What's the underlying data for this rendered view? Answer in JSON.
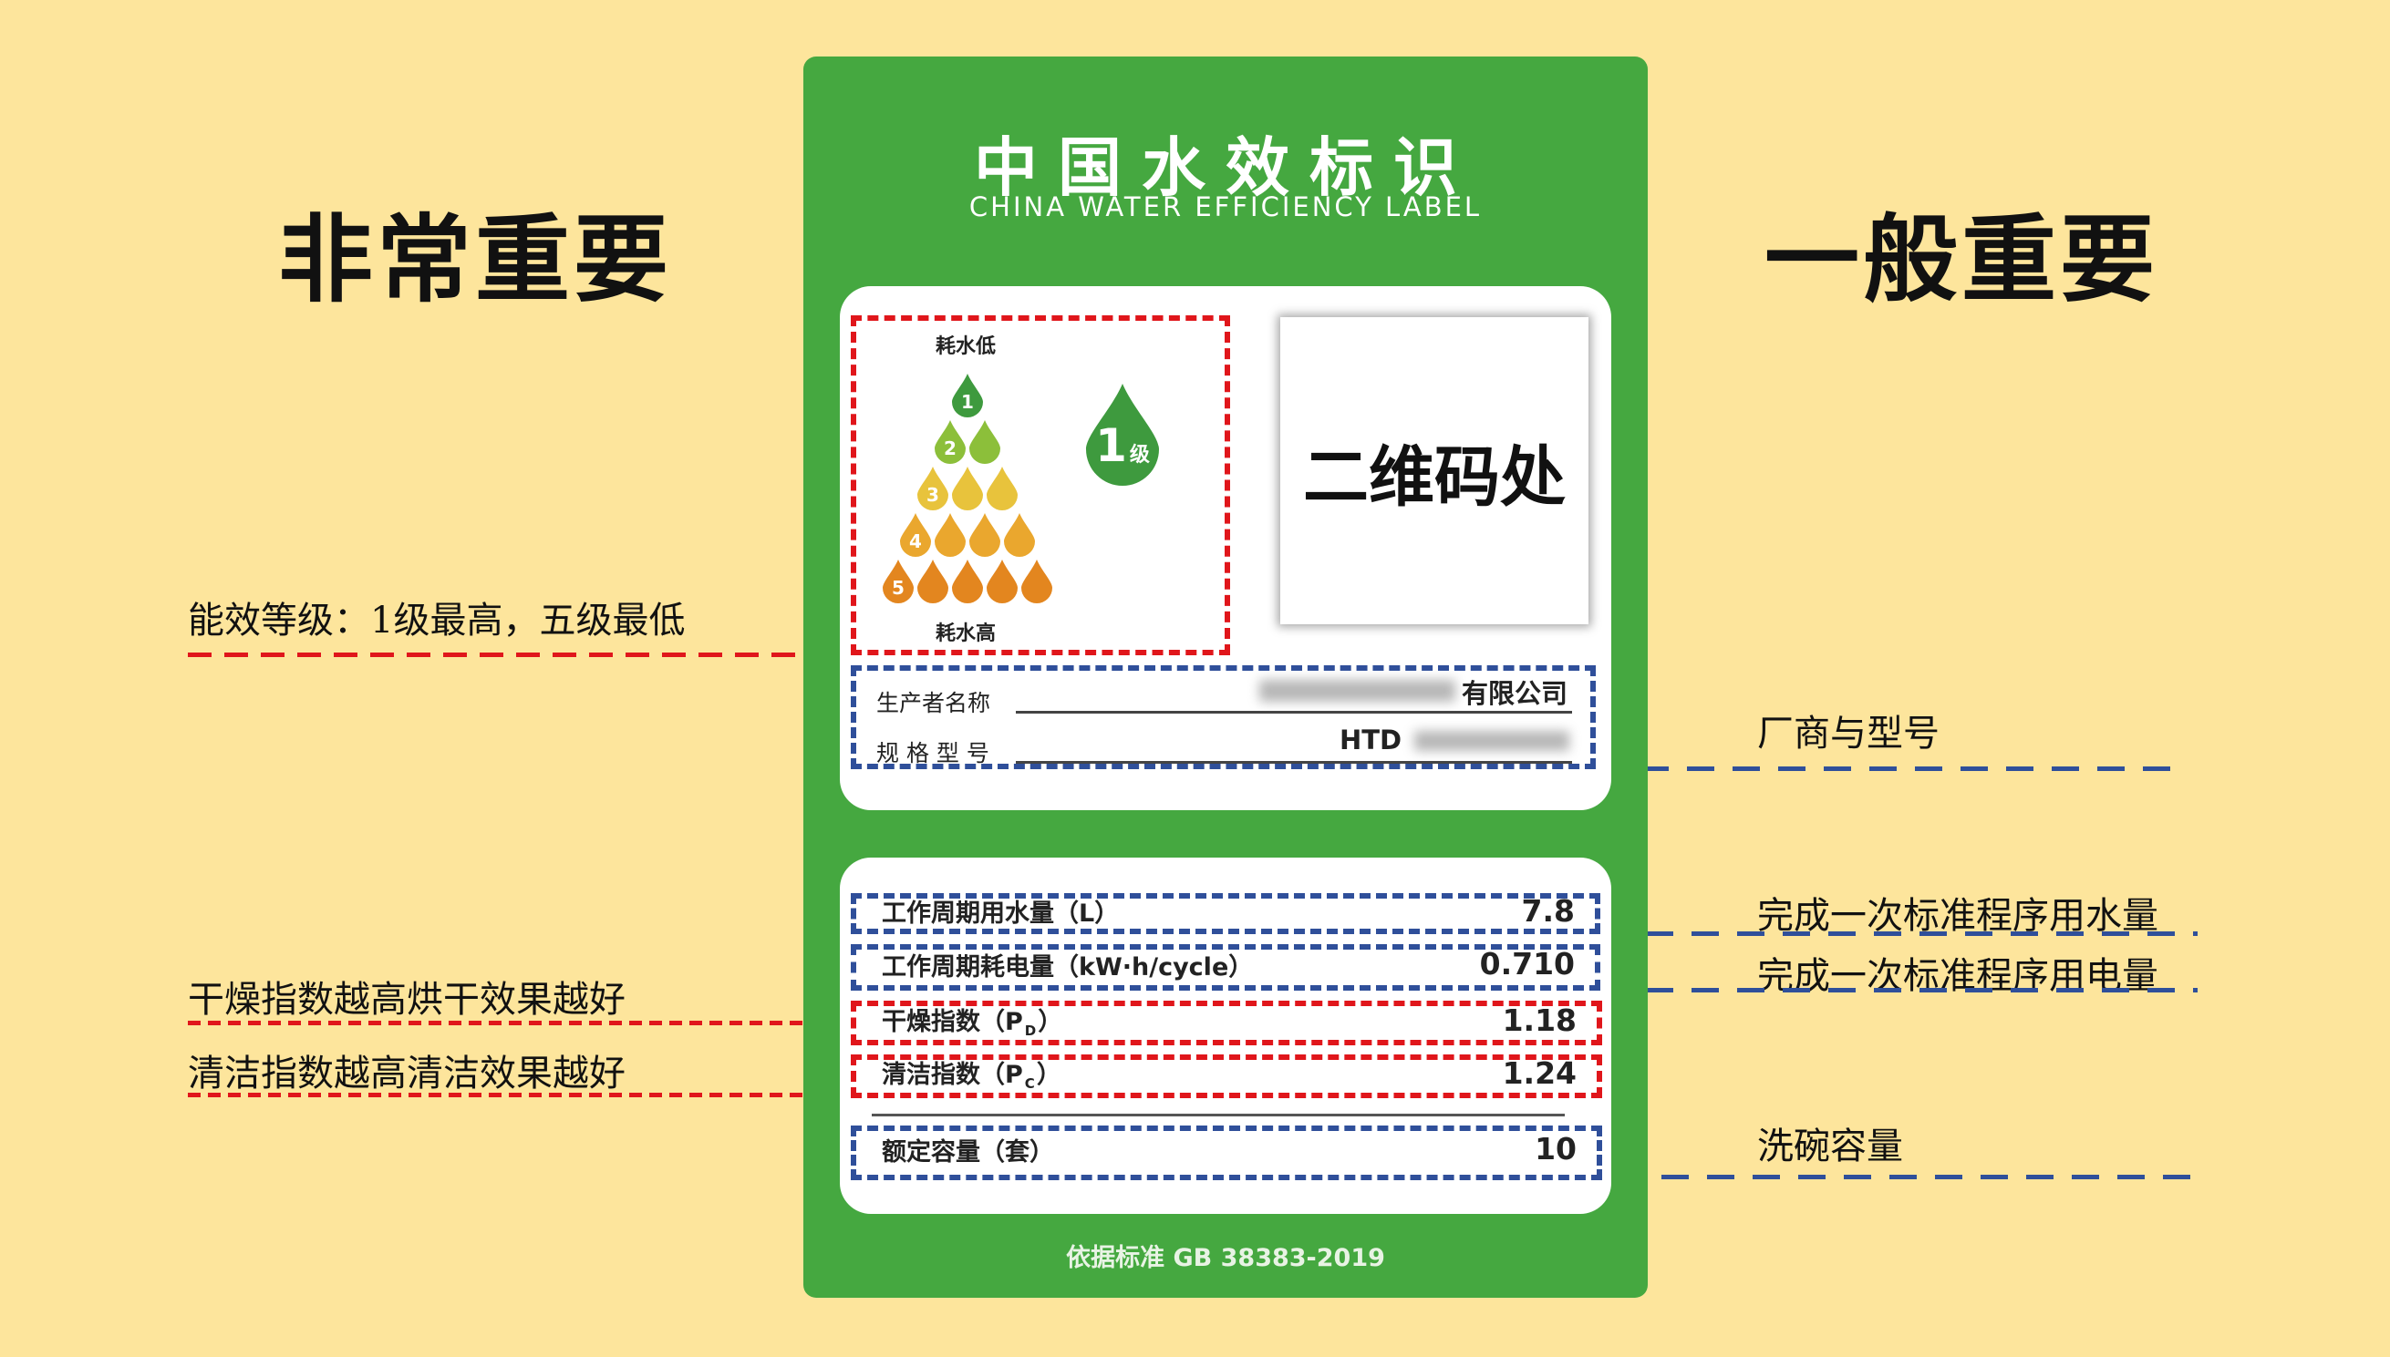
{
  "left_heading": "非常重要",
  "right_heading": "一般重要",
  "annotations_left": {
    "grade": "能效等级：1级最高，五级最低",
    "drying": "干燥指数越高烘干效果越好",
    "cleaning": "清洁指数越高清洁效果越好"
  },
  "annotations_right": {
    "maker": "厂商与型号",
    "water": "完成一次标准程序用水量",
    "power": "完成一次标准程序用电量",
    "capacity": "洗碗容量"
  },
  "label": {
    "title_cn": "中国水效标识",
    "title_en": "CHINA WATER EFFICIENCY LABEL",
    "scale_top": "耗水低",
    "scale_bottom": "耗水高",
    "grade_number": "1",
    "grade_unit": "级",
    "grade_levels": [
      "1",
      "2",
      "3",
      "4",
      "5"
    ],
    "grade_colors": [
      "#3e9a3e",
      "#8cbf3a",
      "#e8c33c",
      "#eaa72e",
      "#e3861f"
    ],
    "qr_placeholder": "二维码处",
    "maker_label": "生产者名称",
    "maker_value": "有限公司",
    "model_label": "规 格 型 号",
    "model_value": "HTD",
    "rows": [
      {
        "label": "工作周期用水量（L）",
        "value": "7.8"
      },
      {
        "label": "工作周期耗电量（kW·h/cycle）",
        "value": "0.710"
      },
      {
        "label": "干燥指数（P",
        "sub": "D",
        "tail": "）",
        "value": "1.18"
      },
      {
        "label": "清洁指数（P",
        "sub": "C",
        "tail": "）",
        "value": "1.24"
      },
      {
        "label": "额定容量（套）",
        "value": "10"
      }
    ],
    "standard": "依据标准 GB 38383-2019"
  },
  "colors": {
    "background": "#fde59c",
    "label_green": "#45a840",
    "highlight_red": "#e0161b",
    "highlight_blue": "#2f4f9a"
  }
}
